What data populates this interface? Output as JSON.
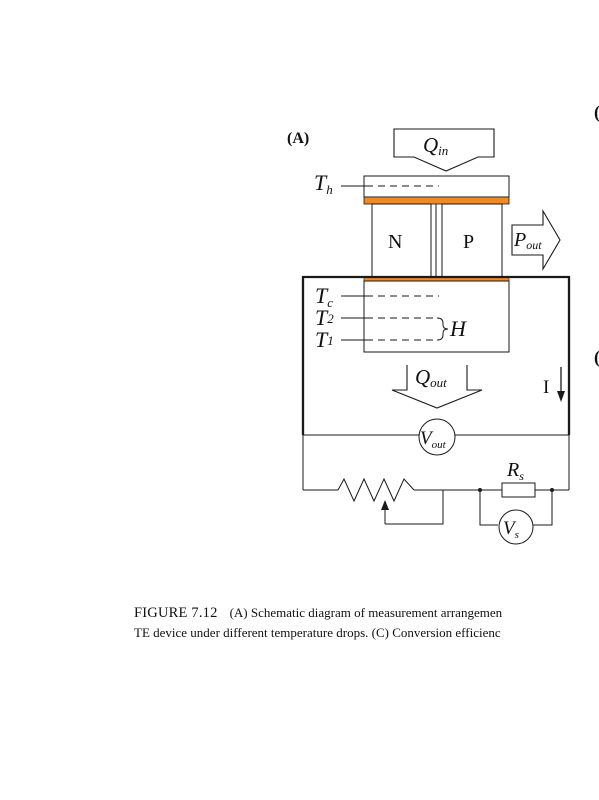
{
  "figure": {
    "panel_label": "(A)",
    "q_in": {
      "base": "Q",
      "sub": "in"
    },
    "q_out": {
      "base": "Q",
      "sub": "out"
    },
    "p_out": {
      "base": "P",
      "sub": "out"
    },
    "v_out": {
      "base": "V",
      "sub": "out"
    },
    "v_s": {
      "base": "V",
      "sub": "s"
    },
    "r_s": {
      "base": "R",
      "sub": "s"
    },
    "t_h": {
      "base": "T",
      "sub": "h"
    },
    "t_c": {
      "base": "T",
      "sub": "c"
    },
    "t_2": {
      "base": "T",
      "sub": "2"
    },
    "t_1": {
      "base": "T",
      "sub": "1"
    },
    "n_leg": "N",
    "p_leg": "P",
    "h_label": "H",
    "current_label": "I",
    "colors": {
      "electrode": "#f08a24",
      "line": "#1a1a1a"
    }
  },
  "caption": {
    "label": "FIGURE 7.12",
    "line1": "(A) Schematic diagram of measurement arrangemen",
    "line2": "TE device under different temperature drops. (C) Conversion efficienc"
  }
}
